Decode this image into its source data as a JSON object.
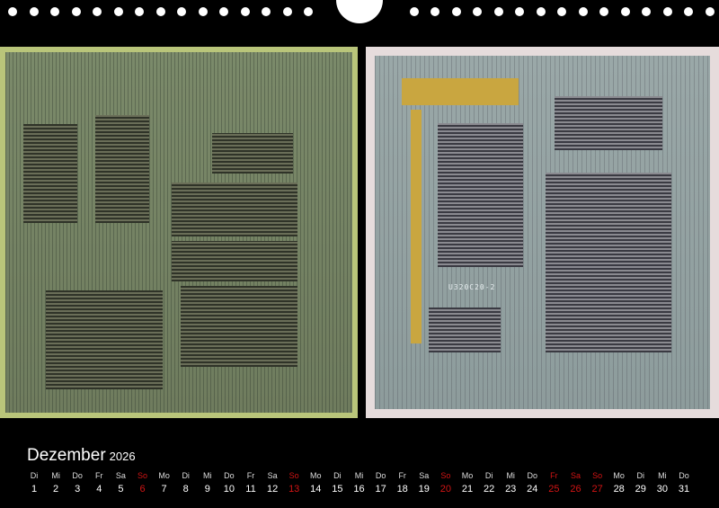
{
  "calendar": {
    "month": "Dezember",
    "year": "2026",
    "days": [
      {
        "wd": "Di",
        "d": "1"
      },
      {
        "wd": "Mi",
        "d": "2"
      },
      {
        "wd": "Do",
        "d": "3"
      },
      {
        "wd": "Fr",
        "d": "4"
      },
      {
        "wd": "Sa",
        "d": "5"
      },
      {
        "wd": "So",
        "d": "6",
        "red": true
      },
      {
        "wd": "Mo",
        "d": "7"
      },
      {
        "wd": "Di",
        "d": "8"
      },
      {
        "wd": "Mi",
        "d": "9"
      },
      {
        "wd": "Do",
        "d": "10"
      },
      {
        "wd": "Fr",
        "d": "11"
      },
      {
        "wd": "Sa",
        "d": "12"
      },
      {
        "wd": "So",
        "d": "13",
        "red": true
      },
      {
        "wd": "Mo",
        "d": "14"
      },
      {
        "wd": "Di",
        "d": "15"
      },
      {
        "wd": "Mi",
        "d": "16"
      },
      {
        "wd": "Do",
        "d": "17"
      },
      {
        "wd": "Fr",
        "d": "18"
      },
      {
        "wd": "Sa",
        "d": "19"
      },
      {
        "wd": "So",
        "d": "20",
        "red": true
      },
      {
        "wd": "Mo",
        "d": "21"
      },
      {
        "wd": "Di",
        "d": "22"
      },
      {
        "wd": "Mi",
        "d": "23"
      },
      {
        "wd": "Do",
        "d": "24"
      },
      {
        "wd": "Fr",
        "d": "25",
        "red": true
      },
      {
        "wd": "Sa",
        "d": "26",
        "red": true
      },
      {
        "wd": "So",
        "d": "27",
        "red": true
      },
      {
        "wd": "Mo",
        "d": "28"
      },
      {
        "wd": "Di",
        "d": "29"
      },
      {
        "wd": "Mi",
        "d": "30"
      },
      {
        "wd": "Do",
        "d": "31"
      }
    ],
    "holiday_color": "#d21414"
  },
  "photos": {
    "right_chip_label": "U320C20-2"
  }
}
